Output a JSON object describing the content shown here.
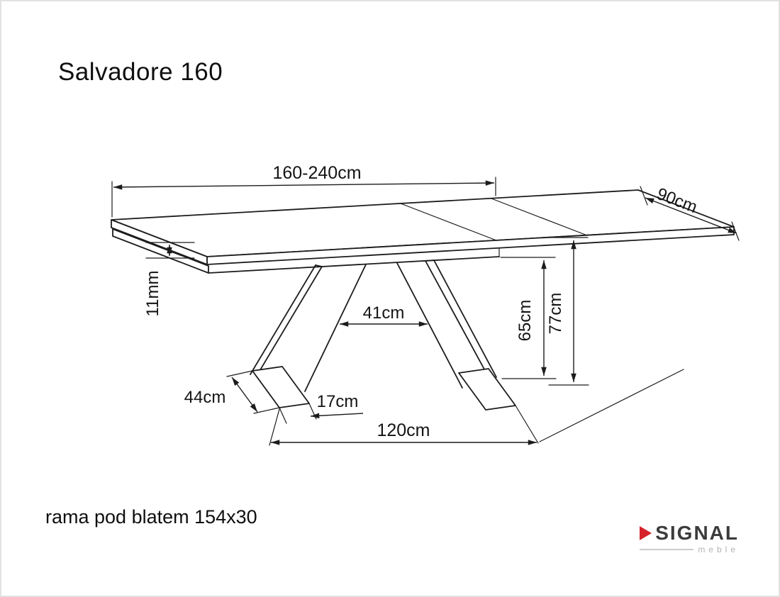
{
  "page": {
    "title": "Salvadore 160",
    "footer_note": "rama pod blatem 154x30"
  },
  "dimensions": {
    "length_range": "160-240cm",
    "depth": "90cm",
    "top_thickness": "11mm",
    "legs_gap": "41cm",
    "clearance_height": "65cm",
    "total_height": "77cm",
    "base_depth": "44cm",
    "base_width": "17cm",
    "base_span": "120cm"
  },
  "logo": {
    "brand": "SIGNAL",
    "subbrand": "meble"
  },
  "colors": {
    "line": "#1c1c1c",
    "accent_red": "#d6232b",
    "logo_gray": "#3c3c3c",
    "logo_light_gray": "#b3b3b3",
    "background": "#ffffff",
    "border": "#e2e2e2"
  }
}
